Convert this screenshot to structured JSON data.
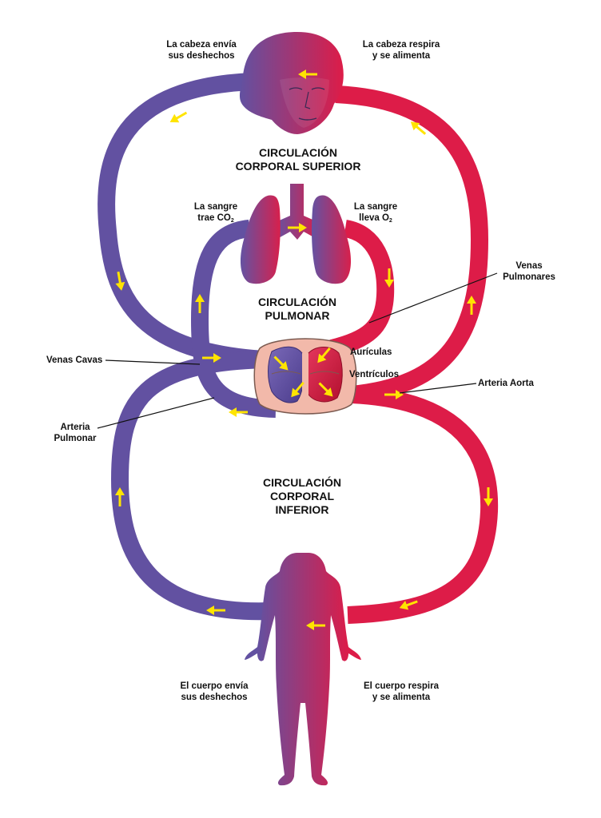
{
  "colors": {
    "venous": "#6251a1",
    "arterial": "#dd1c48",
    "arrow": "#ffe400",
    "heart_tissue": "#f2b9aa"
  },
  "titles": {
    "upper": [
      "CIRCULACIÓN",
      "CORPORAL SUPERIOR"
    ],
    "pulmonary": [
      "CIRCULACIÓN",
      "PULMONAR"
    ],
    "lower": [
      "CIRCULACIÓN",
      "CORPORAL",
      "INFERIOR"
    ]
  },
  "labels": {
    "head_sends": [
      "La cabeza envía",
      "sus deshechos"
    ],
    "head_breathes": [
      "La cabeza respira",
      "y se alimenta"
    ],
    "blood_brings": [
      "La sangre",
      "trae CO"
    ],
    "blood_brings_sub": "2",
    "blood_carries": [
      "La sangre",
      "lleva O"
    ],
    "blood_carries_sub": "2",
    "pulmonary_veins": [
      "Venas",
      "Pulmonares"
    ],
    "vena_cava": "Venas Cavas",
    "atria": "Aurículas",
    "ventricles": "Ventrículos",
    "aorta": "Arteria Aorta",
    "pulmonary_artery": [
      "Arteria",
      "Pulmonar"
    ],
    "body_sends": [
      "El cuerpo envía",
      "sus deshechos"
    ],
    "body_breathes": [
      "El cuerpo respira",
      "y se alimenta"
    ]
  },
  "icons": {
    "head": "head-icon",
    "lungs": "lungs-icon",
    "heart": "heart-icon",
    "body": "body-silhouette-icon",
    "arrow": "flow-arrow-icon"
  }
}
